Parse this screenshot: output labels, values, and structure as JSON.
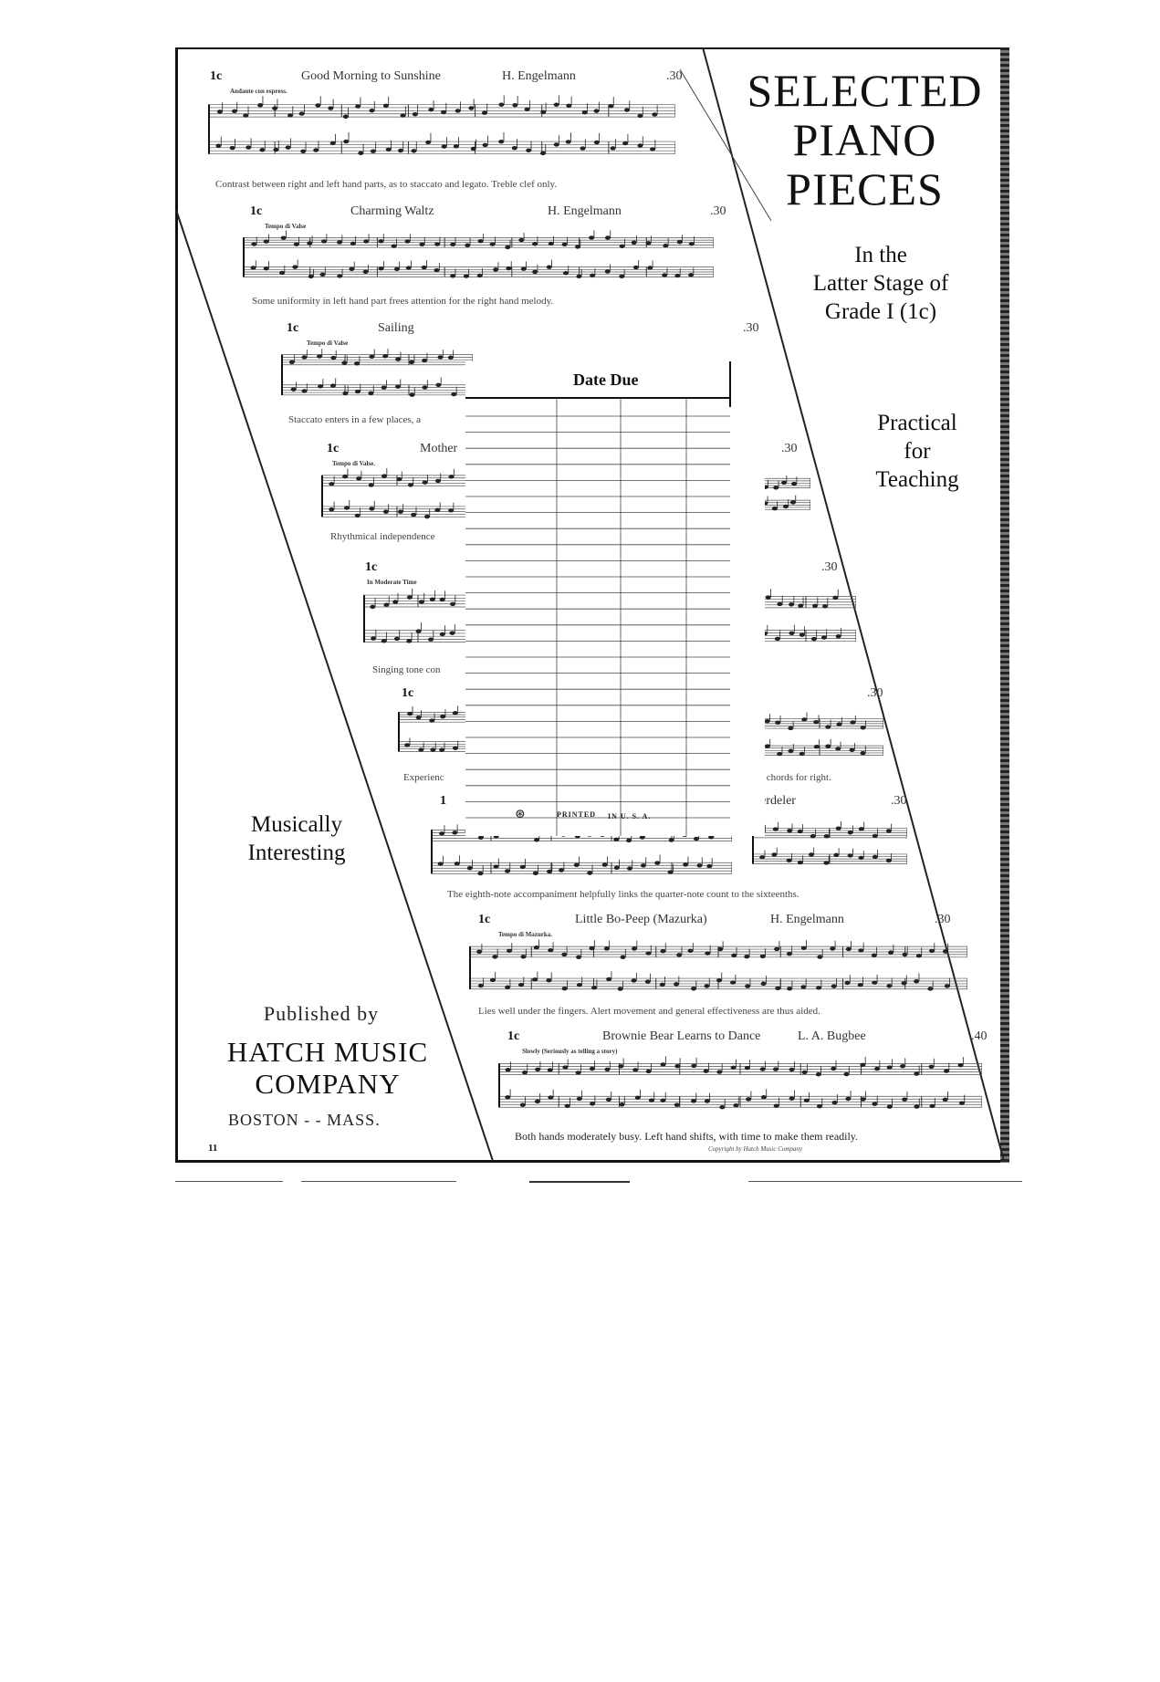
{
  "headline": [
    "SELECTED",
    "PIANO",
    "PIECES"
  ],
  "subhead": [
    "In the",
    "Latter Stage of",
    "Grade I (1c)"
  ],
  "practical": [
    "Practical",
    "for",
    "Teaching"
  ],
  "musically": [
    "Musically",
    "Interesting"
  ],
  "published_by": "Published by",
  "publisher": [
    "HATCH MUSIC",
    "COMPANY"
  ],
  "city": "BOSTON  -  -  MASS.",
  "page_number": "11",
  "date_card": {
    "title": "Date Due",
    "printed": "PRINTED",
    "in_usa": "IN U. S. A."
  },
  "pieces": [
    {
      "grade": "1c",
      "title": "Good Morning to Sunshine",
      "composer": "H. Engelmann",
      "price": ".30",
      "tempo": "Andante con espress.",
      "caption": "Contrast between right and left hand parts, as to staccato and legato.  Treble clef only."
    },
    {
      "grade": "1c",
      "title": "Charming Waltz",
      "composer": "H. Engelmann",
      "price": ".30",
      "tempo": "Tempo di Valse",
      "caption": "Some uniformity in left hand part frees attention for the right hand melody."
    },
    {
      "grade": "1c",
      "title": "Sailing",
      "composer": "",
      "price": ".30",
      "tempo": "Tempo di Valse",
      "caption": "Staccato enters in a few places, a"
    },
    {
      "grade": "1c",
      "title": "Mother",
      "composer": "",
      "price": ".30",
      "tempo": "Tempo di Valse.",
      "caption": "Rhythmical independence"
    },
    {
      "grade": "1c",
      "title": "",
      "composer": "",
      "price": ".30",
      "tempo": "In Moderate Time",
      "caption": "Singing tone con"
    },
    {
      "grade": "1c",
      "title": "",
      "composer": "",
      "price": ".30",
      "tempo": "",
      "caption": "Experienc"
    },
    {
      "grade": "1",
      "title": "",
      "composer": "Goerdeler",
      "price": ".30",
      "tempo": "",
      "caption": "The eighth-note accompaniment helpfully links the quarter-note count to the sixteenths."
    },
    {
      "grade": "1c",
      "title": "Little Bo-Peep (Mazurka)",
      "composer": "H. Engelmann",
      "price": ".30",
      "tempo": "Tempo di Mazurka.",
      "caption": "Lies well under the fingers.  Alert movement and general effectiveness are thus aided."
    },
    {
      "grade": "1c",
      "title": "Brownie Bear Learns to Dance",
      "composer": "L. A. Bugbee",
      "price": ".40",
      "tempo": "Slowly (Seriously as telling a story)",
      "caption": "Both hands moderately busy.  Left hand shifts, with time to make them readily."
    }
  ],
  "fragments": {
    "chords_right": "note chords for right.",
    "copyright": "Copyright by Hatch Music Company"
  }
}
